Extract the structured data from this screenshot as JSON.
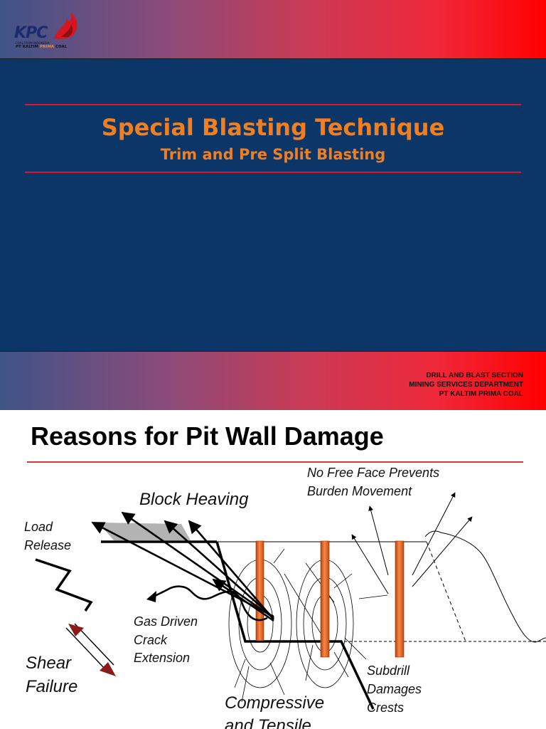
{
  "slide1": {
    "logo": {
      "mark": "KPC",
      "tagline": "COAL FROM INDONESIA",
      "name_part1": "PT KALTIM",
      "name_part2": "PRIMA",
      "name_part3": "COAL"
    },
    "title": "Special Blasting Technique",
    "subtitle": "Trim and Pre Split Blasting",
    "department": {
      "line1": "DRILL AND BLAST SECTION",
      "line2": "MINING SERVICES DEPARTMENT",
      "line3": "PT KALTIM PRIMA COAL"
    },
    "colors": {
      "background": "#0c3568",
      "accent": "#f07f22",
      "rule": "#e0162f"
    }
  },
  "slide2": {
    "title": "Reasons for Pit Wall Damage",
    "labels": {
      "no_free_face_1": "No Free Face Prevents",
      "no_free_face_2": "Burden Movement",
      "block_heaving": "Block Heaving",
      "load_release_1": "Load",
      "load_release_2": "Release",
      "gas_driven_1": "Gas Driven",
      "gas_driven_2": "Crack",
      "gas_driven_3": "Extension",
      "shear_1": "Shear",
      "shear_2": "Failure",
      "subdrill_1": "Subdrill",
      "subdrill_2": "Damages",
      "subdrill_3": "Crests",
      "compressive_1": "Compressive",
      "compressive_2": "and Tensile"
    },
    "colors": {
      "blasthole": "#e8661f",
      "rule": "#d9333c",
      "shear_arrow": "#8b1a1a"
    }
  }
}
